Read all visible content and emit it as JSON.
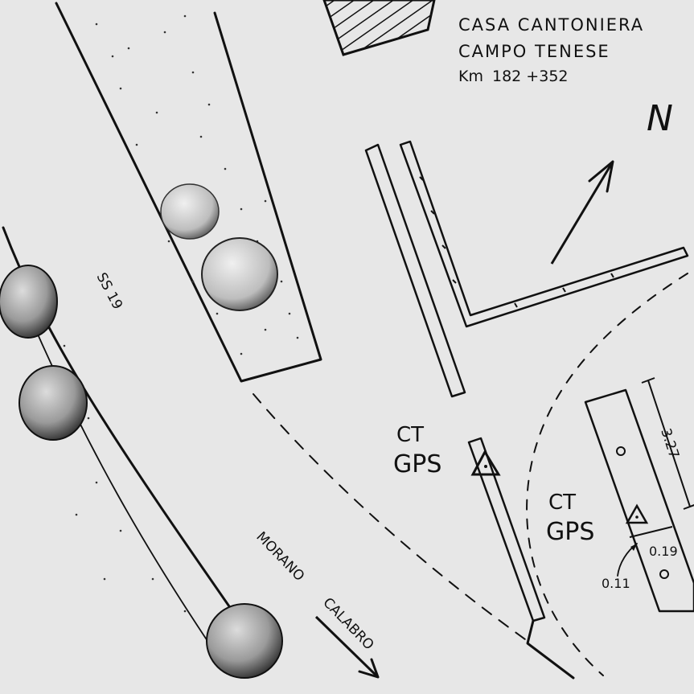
{
  "sheet": {
    "background": "#e7e7e7",
    "ink": "#111111"
  },
  "site": {
    "name_line1": "CASA CANTONIERA",
    "name_line2": "CAMPO TENESE",
    "km_label": "Km",
    "km_value": "182 +352"
  },
  "north": {
    "letter": "N",
    "icon": "north-arrow-icon"
  },
  "road": {
    "code": "SS 19",
    "direction_line1": "MORANO",
    "direction_line2": "CALABRO"
  },
  "benchmarks": [
    {
      "line1": "CT",
      "line2": "GPS",
      "icon": "triangle-benchmark-icon"
    },
    {
      "line1": "CT",
      "line2": "GPS",
      "icon": "triangle-benchmark-icon"
    }
  ],
  "dimensions": {
    "length": "3.27",
    "offset_a": "0.19",
    "offset_b": "0.11"
  }
}
